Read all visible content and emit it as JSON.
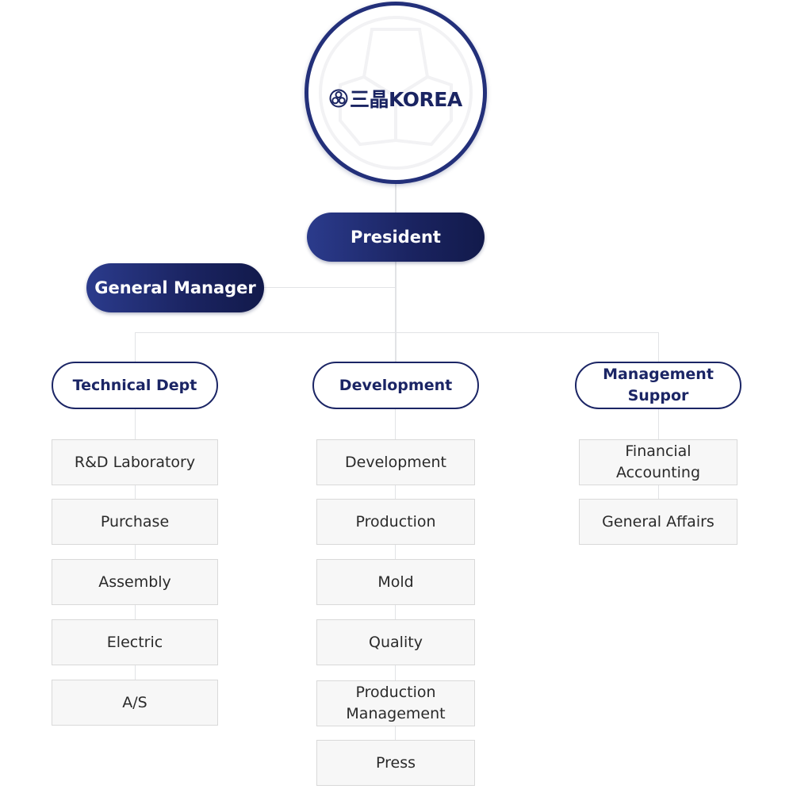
{
  "logo": {
    "brand_text": "三晶KOREA"
  },
  "president": {
    "label": "President"
  },
  "general_manager": {
    "label": "General Manager"
  },
  "departments": [
    {
      "label": "Technical Dept",
      "units": [
        "R&D Laboratory",
        "Purchase",
        "Assembly",
        "Electric",
        "A/S"
      ]
    },
    {
      "label": "Development",
      "units": [
        "Development",
        "Production",
        "Mold",
        "Quality",
        "Production Management",
        "Press"
      ]
    },
    {
      "label": "Management Suppor",
      "units": [
        "Financial Accounting",
        "General Affairs"
      ]
    }
  ]
}
